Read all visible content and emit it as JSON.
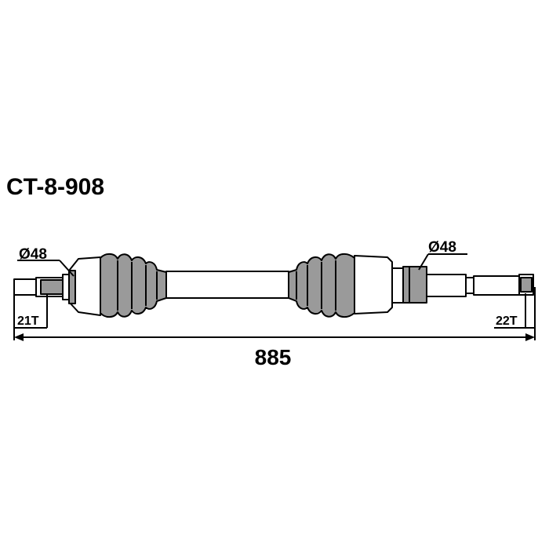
{
  "part_number": "CT-8-908",
  "colors": {
    "line": "#000000",
    "boot": "#9a9a9a",
    "body": "#ffffff"
  },
  "dimensions": {
    "left_diameter": "Ø48",
    "right_diameter": "Ø48",
    "left_spline": "21T",
    "right_spline": "22T",
    "overall_length": "885"
  }
}
